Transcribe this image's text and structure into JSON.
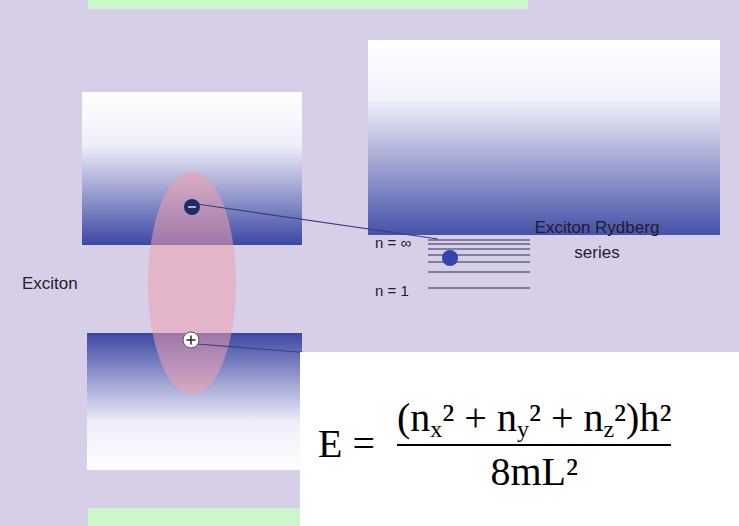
{
  "diagram": {
    "nodes": [
      {
        "text": [
          "E =",
          "(nx² + ny² + nz²)h²",
          "8mL²"
        ]
      }
    ],
    "labels": [
      "n = ∞",
      "Exciton Rydberg series",
      "Exciton",
      "n = 1"
    ]
  }
}
